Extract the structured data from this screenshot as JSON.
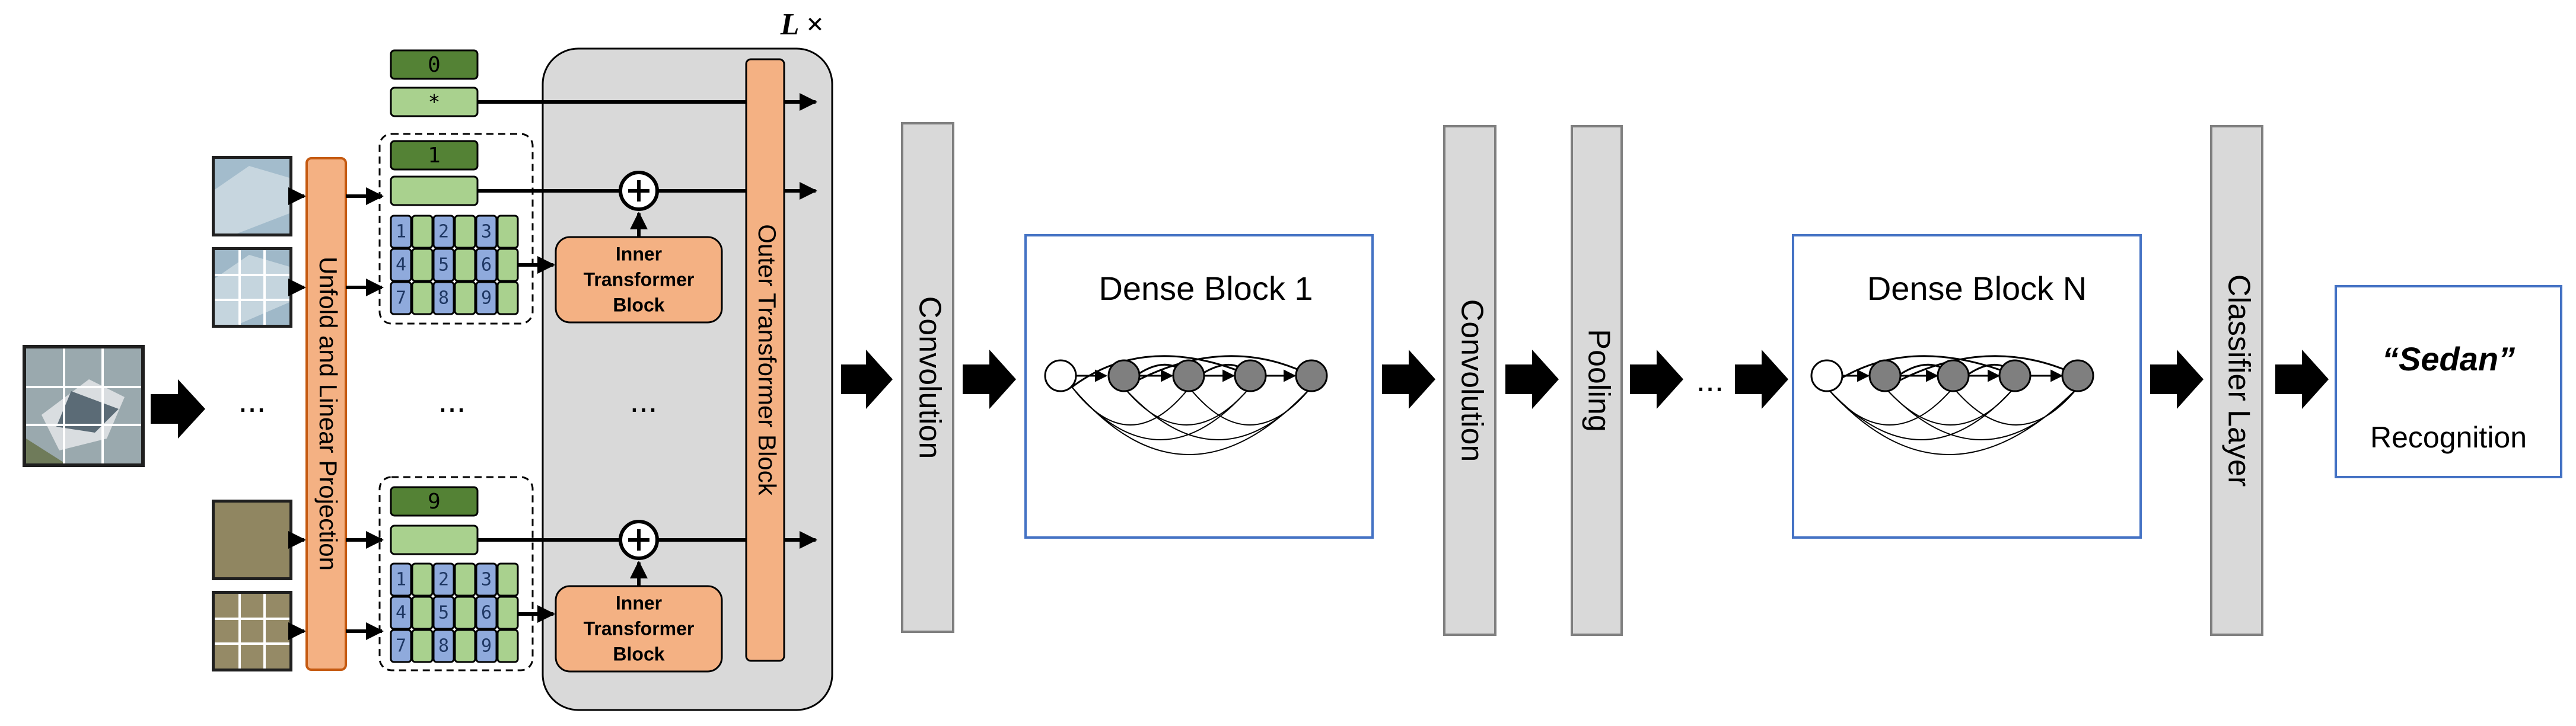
{
  "labels": {
    "loop": "L ×",
    "unfold": "Unfold and Linear Projection",
    "outer": "Outer Transformer Block",
    "inner_line1": "Inner",
    "inner_line2": "Transformer",
    "inner_line3": "Block",
    "conv": "Convolution",
    "pooling": "Pooling",
    "classifier": "Classifier Layer",
    "dense1": "Dense Block 1",
    "denseN": "Dense Block N",
    "result_class": "“Sedan”",
    "result_label": "Recognition",
    "ellipsis": "...",
    "ellipsis_flow": "..."
  },
  "tokens": {
    "cls_index": "0",
    "cls_star": "*",
    "first_index": "1",
    "last_index": "9",
    "sub_patches": [
      "1",
      "2",
      "3",
      "4",
      "5",
      "6",
      "7",
      "8",
      "9"
    ]
  },
  "colors": {
    "orange": "#f4b183",
    "orange_stroke": "#c55a11",
    "dark_green": "#548235",
    "light_green": "#a9d18e",
    "blue_cell": "#8faadc",
    "gray_box": "#d9d9d9",
    "gray_stroke": "#7f7f7f",
    "dense_border": "#4472c4",
    "node_gray": "#7f7f7f"
  },
  "icons": [
    "plus-circle-icon",
    "right-arrow-icon",
    "image-patch-icon"
  ]
}
